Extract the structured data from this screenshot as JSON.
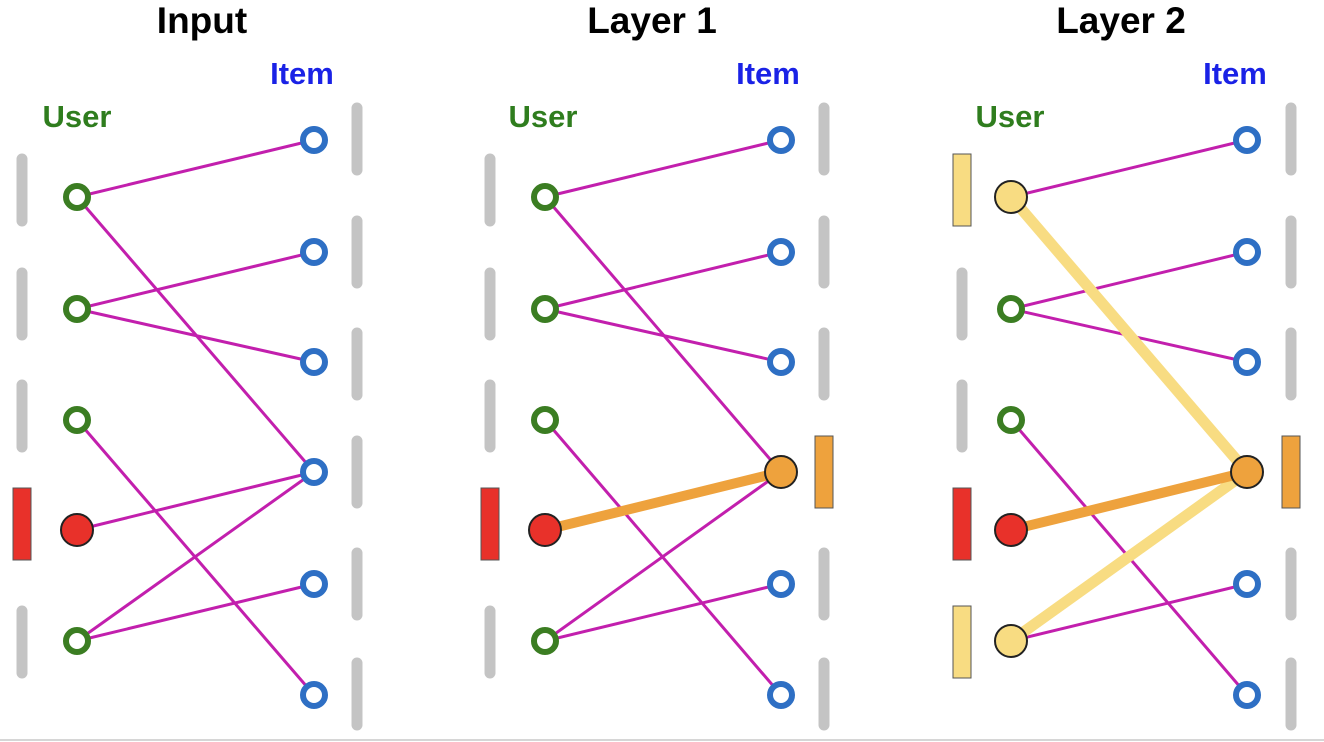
{
  "colors": {
    "user_text": "#2f7d1e",
    "item_text": "#1a22e6",
    "user_node": "#3b7d22",
    "item_node": "#2e6fc4",
    "edge": "#c21fad",
    "target_red": "#e8312a",
    "layer1_orange": "#eea23d",
    "layer2_yellow": "#f8dc82",
    "embedding_gray": "#c4c4c4"
  },
  "panels": [
    {
      "title": "Input",
      "user_label": "User",
      "item_label": "Item",
      "edges": [
        [
          0,
          0
        ],
        [
          0,
          3
        ],
        [
          1,
          1
        ],
        [
          1,
          2
        ],
        [
          2,
          5
        ],
        [
          3,
          3
        ],
        [
          4,
          3
        ],
        [
          4,
          4
        ]
      ],
      "user_state": [
        "normal",
        "normal",
        "normal",
        "target",
        "normal"
      ],
      "item_state": [
        "normal",
        "normal",
        "normal",
        "normal",
        "normal",
        "normal"
      ],
      "highlight_edges": []
    },
    {
      "title": "Layer 1",
      "user_label": "User",
      "item_label": "Item",
      "edges": [
        [
          0,
          0
        ],
        [
          0,
          3
        ],
        [
          1,
          1
        ],
        [
          1,
          2
        ],
        [
          2,
          5
        ],
        [
          3,
          3
        ],
        [
          4,
          3
        ],
        [
          4,
          4
        ]
      ],
      "user_state": [
        "normal",
        "normal",
        "normal",
        "target",
        "normal"
      ],
      "item_state": [
        "normal",
        "normal",
        "normal",
        "hop1",
        "normal",
        "normal"
      ],
      "highlight_edges": [
        {
          "u": 3,
          "i": 3,
          "level": "hop1"
        }
      ]
    },
    {
      "title": "Layer 2",
      "user_label": "User",
      "item_label": "Item",
      "edges": [
        [
          0,
          0
        ],
        [
          0,
          3
        ],
        [
          1,
          1
        ],
        [
          1,
          2
        ],
        [
          2,
          5
        ],
        [
          3,
          3
        ],
        [
          4,
          3
        ],
        [
          4,
          4
        ]
      ],
      "user_state": [
        "hop2",
        "normal",
        "normal",
        "target",
        "hop2"
      ],
      "item_state": [
        "normal",
        "normal",
        "normal",
        "hop1",
        "normal",
        "normal"
      ],
      "highlight_edges": [
        {
          "u": 0,
          "i": 3,
          "level": "hop2"
        },
        {
          "u": 4,
          "i": 3,
          "level": "hop2"
        },
        {
          "u": 3,
          "i": 3,
          "level": "hop1"
        }
      ]
    }
  ]
}
